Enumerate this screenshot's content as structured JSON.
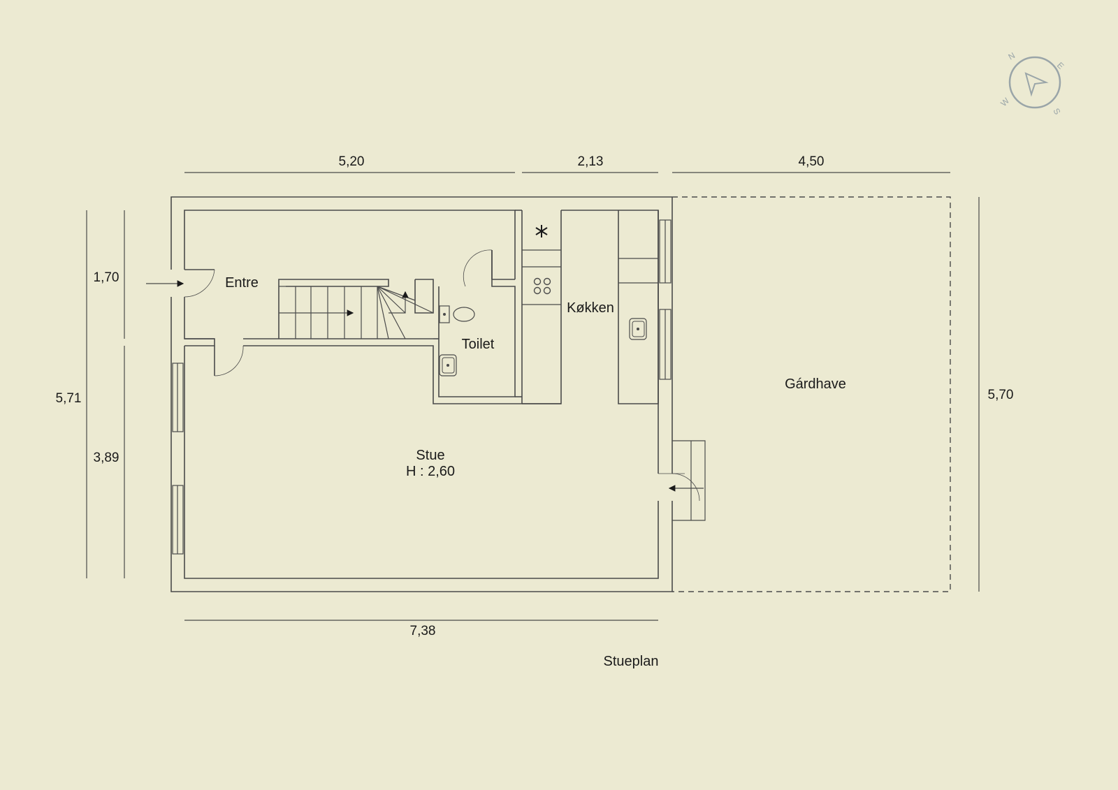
{
  "plan_title": "Stueplan",
  "rooms": {
    "entre": "Entre",
    "toilet": "Toilet",
    "kokken": "Køkken",
    "stue": "Stue",
    "stue_height": "H : 2,60",
    "gardhave": "Gárdhave"
  },
  "dimensions": {
    "top_left": "5,20",
    "top_middle": "2,13",
    "top_right": "4,50",
    "bottom": "7,38",
    "left_total": "5,71",
    "left_upper": "1,70",
    "left_lower": "3,89",
    "right": "5,70"
  },
  "compass": {
    "n": "N",
    "e": "E",
    "s": "S",
    "w": "W"
  }
}
